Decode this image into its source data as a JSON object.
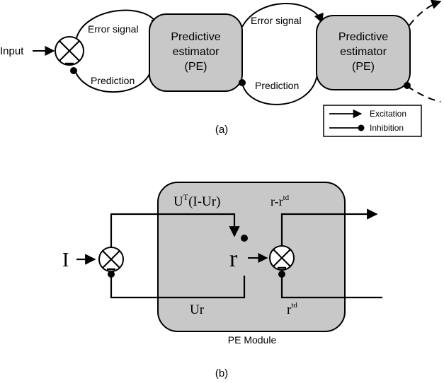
{
  "panel_a": {
    "input_label": "Input",
    "error_signal_1": "Error signal",
    "prediction_1": "Prediction",
    "pe1": {
      "line1": "Predictive",
      "line2": "estimator",
      "line3": "(PE)"
    },
    "error_signal_2": "Error signal",
    "prediction_2": "Prediction",
    "pe2": {
      "line1": "Predictive",
      "line2": "estimator",
      "line3": "(PE)"
    },
    "legend": {
      "excitation": "Excitation",
      "inhibition": "Inhibition"
    },
    "caption": "(a)"
  },
  "panel_b": {
    "input_label": "I",
    "top_left_label_base": "U",
    "top_left_label_sup": "T",
    "top_left_label_rest": "(I-Ur)",
    "top_right_label_base": "r-r",
    "top_right_label_sup": "td",
    "center_label": "r",
    "bottom_left_label": "Ur",
    "bottom_right_label_base": "r",
    "bottom_right_label_sup": "td",
    "module_label": "PE Module",
    "caption": "(b)"
  },
  "colors": {
    "box_fill": "#c8c8c8",
    "stroke": "#000000",
    "background": "#ffffff"
  }
}
